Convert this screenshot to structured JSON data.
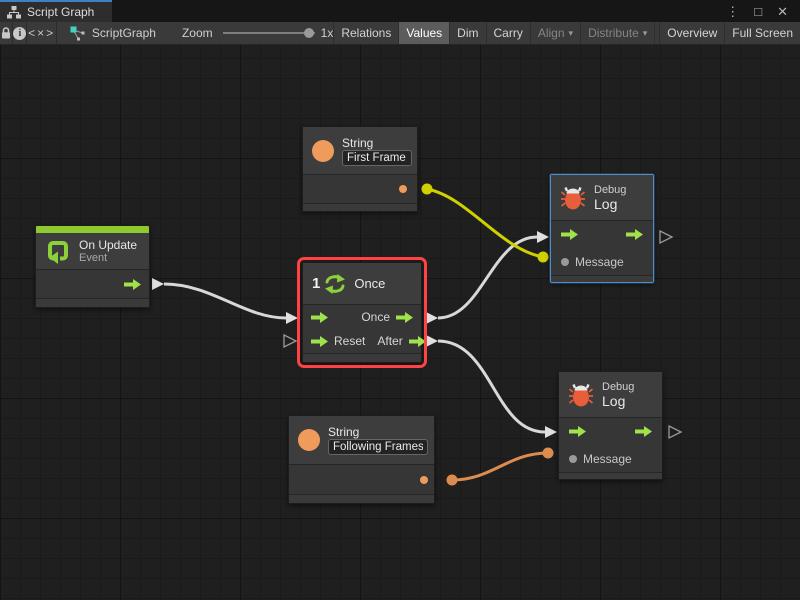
{
  "window": {
    "tab_title": "Script Graph"
  },
  "icons": {
    "tab": "graph-hierarchy-icon",
    "more": "⋮",
    "maximize": "□",
    "close": "✕",
    "lock": "lock-icon",
    "info": "i",
    "code": "<×>",
    "dropdown": "▾"
  },
  "toolbar": {
    "graph_name": "ScriptGraph",
    "zoom_label": "Zoom",
    "zoom_value": "1x",
    "buttons": [
      {
        "id": "relations",
        "label": "Relations",
        "state": "normal"
      },
      {
        "id": "values",
        "label": "Values",
        "state": "active"
      },
      {
        "id": "dim",
        "label": "Dim",
        "state": "normal"
      },
      {
        "id": "carry",
        "label": "Carry",
        "state": "normal"
      },
      {
        "id": "align",
        "label": "Align",
        "state": "disabled",
        "dropdown": true
      },
      {
        "id": "distribute",
        "label": "Distribute",
        "state": "disabled",
        "dropdown": true
      },
      {
        "id": "overview",
        "label": "Overview",
        "state": "normal"
      },
      {
        "id": "fullscreen",
        "label": "Full Screen",
        "state": "normal"
      }
    ]
  },
  "graph": {
    "string1": {
      "type_label": "String",
      "value": "First Frame"
    },
    "string2": {
      "type_label": "String",
      "value": "Following Frames"
    },
    "on_update": {
      "title": "On Update",
      "subtitle": "Event"
    },
    "once": {
      "digit": "1",
      "title": "Once",
      "port_once": "Once",
      "port_reset": "Reset",
      "port_after": "After"
    },
    "debug1": {
      "category": "Debug",
      "title": "Log",
      "port_message": "Message"
    },
    "debug2": {
      "category": "Debug",
      "title": "Log",
      "port_message": "Message"
    }
  },
  "colors": {
    "accent_green": "#8dc92f",
    "port_green": "#a0e24a",
    "string_orange": "#ee9b5c",
    "bug_red": "#e85d3a",
    "selection_red": "#ff4343",
    "selection_blue": "#4a90cf",
    "wire_white": "#d8d8d8",
    "wire_yellow": "#d0d000",
    "wire_orange": "#dd8c50",
    "tab_accent_blue": "#3f7fc4"
  }
}
